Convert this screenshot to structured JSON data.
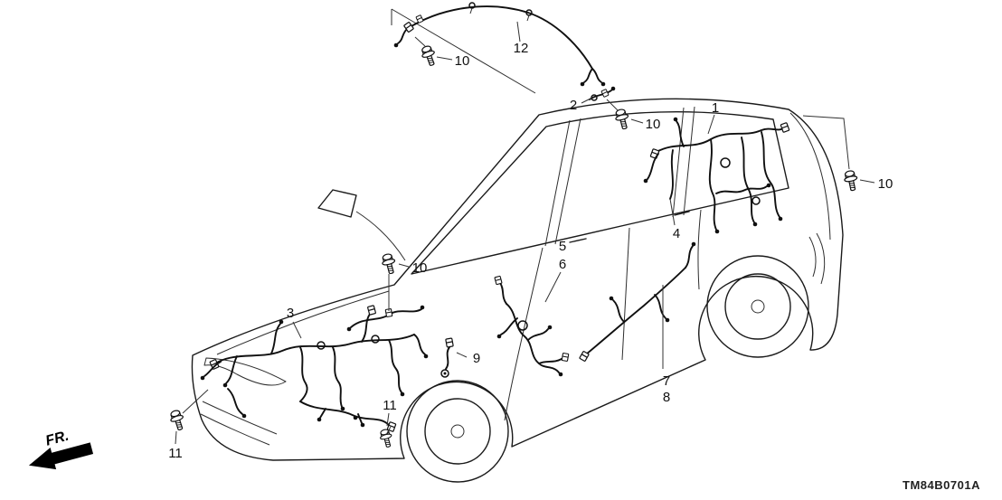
{
  "diagram": {
    "part_code": "TM84B0701A",
    "direction_label": "FR.",
    "callouts": {
      "n1": "1",
      "n2": "2",
      "n3": "3",
      "n4": "4",
      "n5": "5",
      "n6": "6",
      "n7": "7",
      "n8": "8",
      "n9": "9",
      "n10_roof": "10",
      "n10_cowl": "10",
      "n10_rear": "10",
      "n10_dash": "10",
      "n11_cabin": "11",
      "n11_front": "11",
      "n12": "12"
    }
  }
}
